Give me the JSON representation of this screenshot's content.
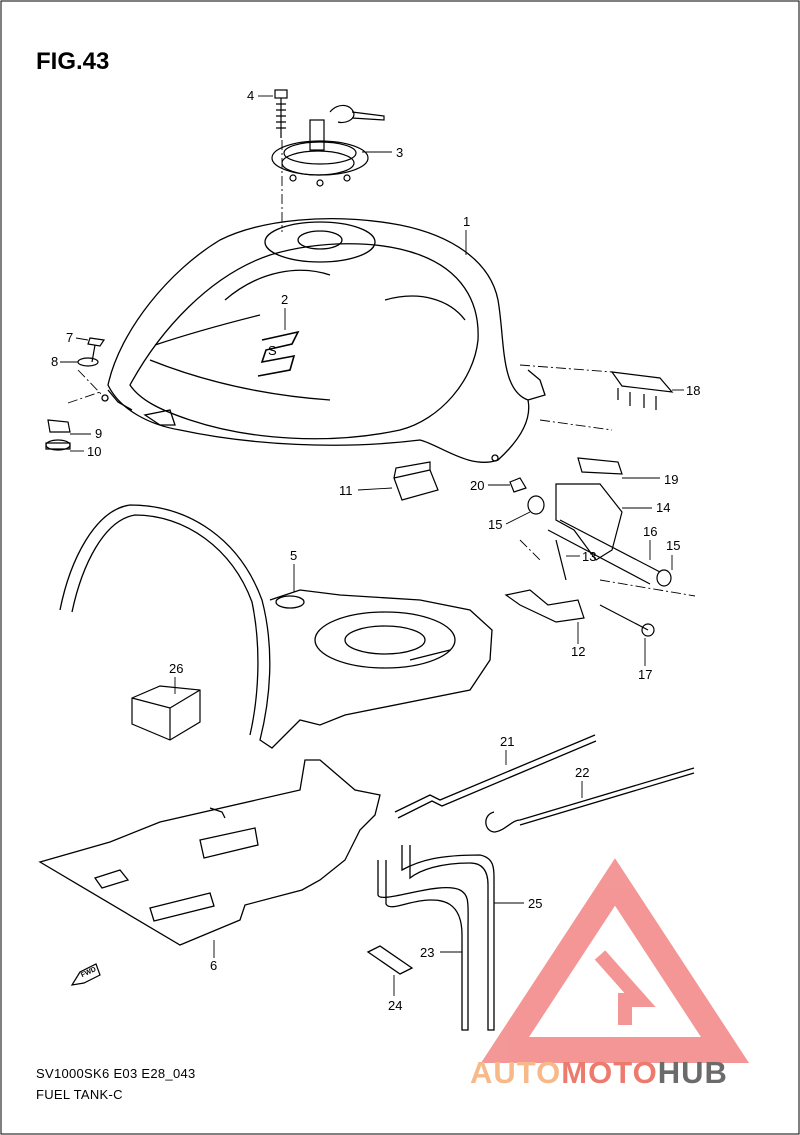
{
  "figure": {
    "title": "FIG.43"
  },
  "footer": {
    "code": "SV1000SK6 E03 E28_043",
    "name": "FUEL TANK-C"
  },
  "fwd_label": "FWD",
  "tank_logo": "S",
  "callouts": [
    "1",
    "2",
    "3",
    "4",
    "5",
    "6",
    "7",
    "8",
    "9",
    "10",
    "11",
    "12",
    "13",
    "14",
    "15",
    "15",
    "16",
    "17",
    "18",
    "19",
    "20",
    "21",
    "22",
    "23",
    "24",
    "25",
    "26"
  ],
  "watermark": {
    "part1": "AUTO",
    "part2": "MOTO",
    "part3": "HUB",
    "color_light": "#f7b98a",
    "color_mid": "#ee7a6e",
    "color_dark": "#6b6b6b",
    "triangle_color": "#f06b6b"
  }
}
